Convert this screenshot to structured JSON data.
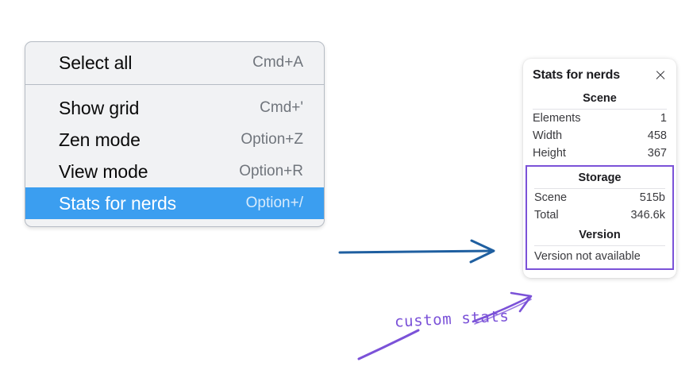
{
  "context_menu": {
    "groups": [
      {
        "items": [
          {
            "label": "Select all",
            "shortcut": "Cmd+A",
            "highlighted": false
          }
        ]
      },
      {
        "items": [
          {
            "label": "Show grid",
            "shortcut": "Cmd+'",
            "highlighted": false
          },
          {
            "label": "Zen mode",
            "shortcut": "Option+Z",
            "highlighted": false
          },
          {
            "label": "View mode",
            "shortcut": "Option+R",
            "highlighted": false
          },
          {
            "label": "Stats for nerds",
            "shortcut": "Option+/",
            "highlighted": true
          }
        ]
      }
    ],
    "highlight_color": "#3b9ef0",
    "background_color": "#f1f2f4"
  },
  "stats_panel": {
    "title": "Stats for nerds",
    "close_icon": "close-icon",
    "sections": {
      "scene": {
        "heading": "Scene",
        "rows": [
          {
            "key": "Elements",
            "value": "1"
          },
          {
            "key": "Width",
            "value": "458"
          },
          {
            "key": "Height",
            "value": "367"
          }
        ]
      },
      "storage": {
        "heading": "Storage",
        "rows": [
          {
            "key": "Scene",
            "value": "515b"
          },
          {
            "key": "Total",
            "value": "346.6k"
          }
        ]
      },
      "version": {
        "heading": "Version",
        "text": "Version not available"
      }
    },
    "highlight_border_color": "#7b52d8"
  },
  "annotations": {
    "handwritten_label": "custom stats",
    "handwriting_color": "#7b52d8",
    "blue_arrow_color": "#1f5fa0"
  }
}
